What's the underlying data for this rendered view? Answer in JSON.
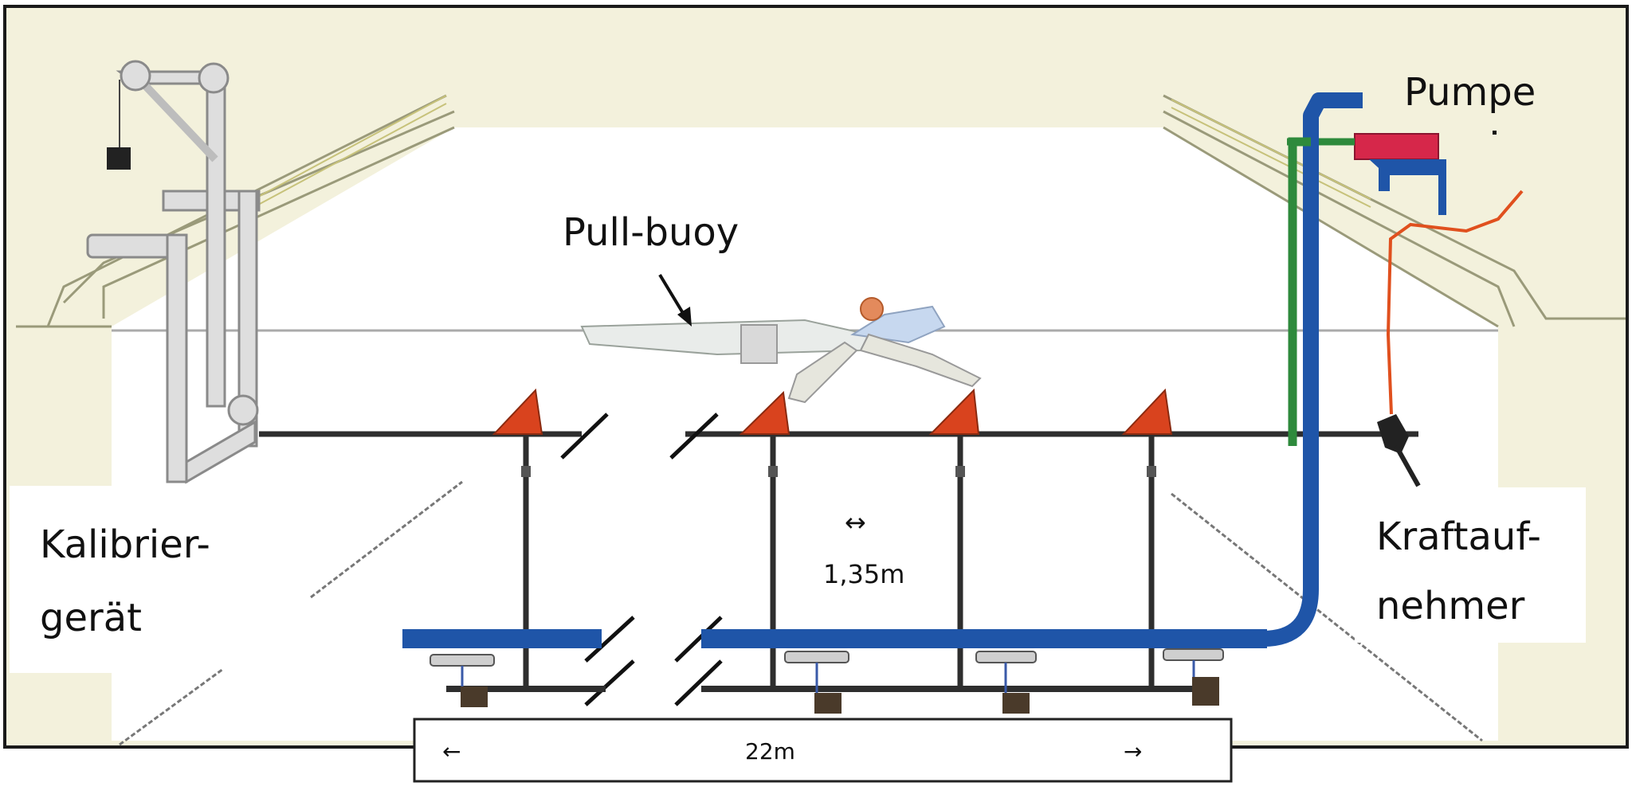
{
  "labels": {
    "pumpe": "Pumpe",
    "pull_buoy": "Pull-buoy",
    "kalibrier_line1": "Kalibrier-",
    "kalibrier_line2": "gerät",
    "kraft_line1": "Kraftauf-",
    "kraft_line2": "nehmer",
    "spacing_arrow": "↔",
    "spacing": "1,35m",
    "length_left_arrow": "←",
    "length": "22m",
    "length_right_arrow": "→"
  },
  "colors": {
    "background": "#f3f1dc",
    "pool": "#ffffff",
    "frame": "#b8b8b8",
    "rail": "#2e2e2e",
    "pipe_blue": "#1f55a8",
    "pipe_green": "#2e8a3c",
    "cable_orange": "#e0501e",
    "pump_red": "#d6274a",
    "marker_red": "#d9431e"
  }
}
